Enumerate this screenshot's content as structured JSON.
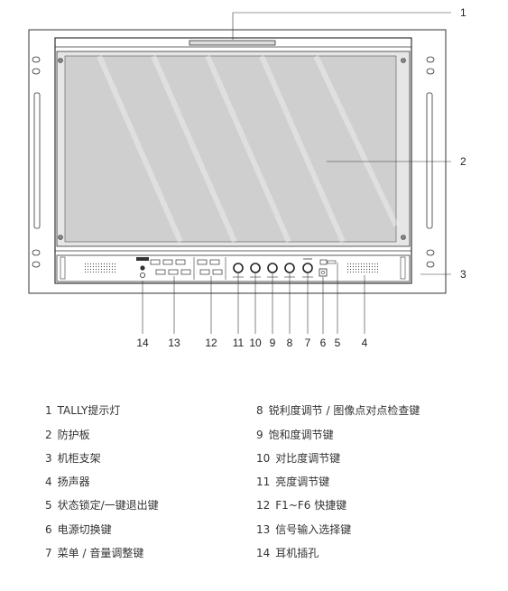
{
  "callouts": {
    "top": "1",
    "right": [
      "2",
      "3"
    ],
    "bottom": [
      "14",
      "13",
      "12",
      "11",
      "10",
      "9",
      "8",
      "7",
      "6",
      "5",
      "4"
    ]
  },
  "legend": {
    "left": [
      {
        "num": "1",
        "text": "TALLY提示灯"
      },
      {
        "num": "2",
        "text": "防护板"
      },
      {
        "num": "3",
        "text": "机柜支架"
      },
      {
        "num": "4",
        "text": "扬声器"
      },
      {
        "num": "5",
        "text": "状态锁定/一键退出键"
      },
      {
        "num": "6",
        "text": "电源切换键"
      },
      {
        "num": "7",
        "text": "菜单 / 音量调整键"
      }
    ],
    "right": [
      {
        "num": "8",
        "text": "锐利度调节 / 图像点对点检查键"
      },
      {
        "num": "9",
        "text": "饱和度调节键"
      },
      {
        "num": "10",
        "text": "对比度调节键"
      },
      {
        "num": "11",
        "text": "亮度调节键"
      },
      {
        "num": "12",
        "text": "F1~F6 快捷键"
      },
      {
        "num": "13",
        "text": "信号输入选择键"
      },
      {
        "num": "14",
        "text": "耳机插孔"
      }
    ]
  },
  "icons": [
    "screw-icon",
    "knob-icon",
    "power-icon",
    "headphone-jack-icon",
    "speaker-grille-icon"
  ],
  "colors": {
    "line": "#333333",
    "screen": "#c9c9c9",
    "frame": "#ffffff"
  }
}
